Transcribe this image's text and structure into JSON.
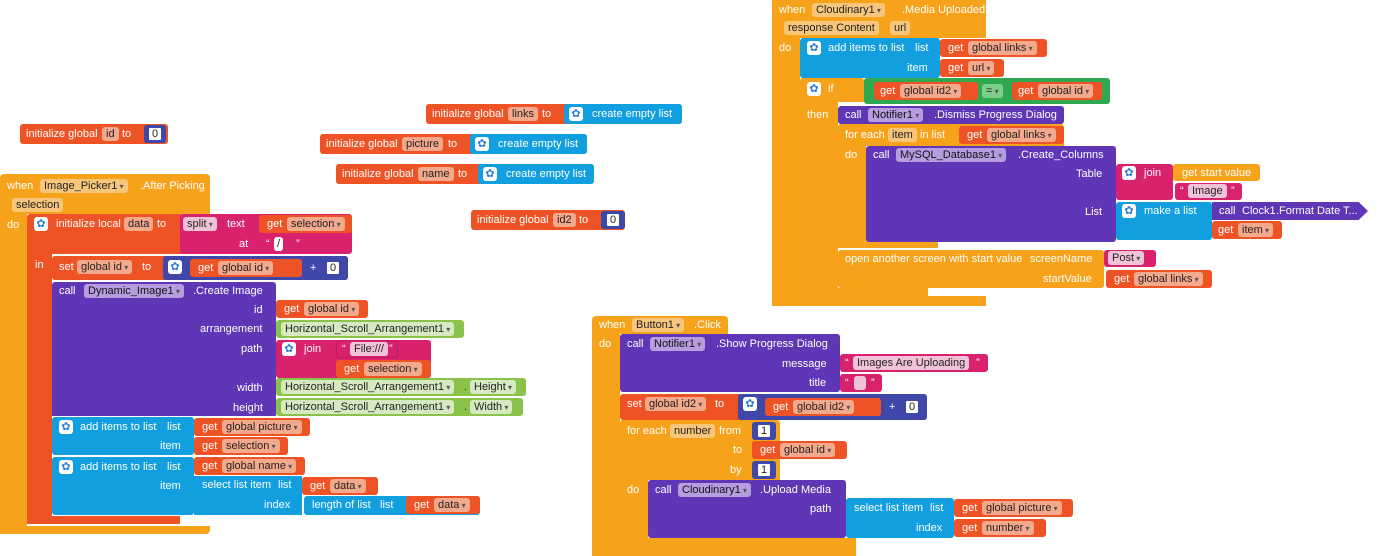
{
  "init": {
    "kw_initialize_global": "initialize global",
    "kw_to": "to",
    "id_name": "id",
    "id_value": "0",
    "links_name": "links",
    "picture_name": "picture",
    "name_name": "name",
    "id2_name": "id2",
    "id2_value": "0",
    "create_empty_list": "create empty list"
  },
  "kw": {
    "when": "when",
    "do": "do",
    "in": "in",
    "call": "call",
    "set": "set",
    "to": "to",
    "get": "get",
    "list": "list",
    "item": "item",
    "if": "if",
    "then": "then",
    "for_each": "for each",
    "in_list": "in list",
    "from": "from",
    "by": "by",
    "index": "index",
    "join": "join",
    "plus": "+",
    "eq": "=",
    "at": "at",
    "text": "text",
    "split": "split"
  },
  "picker": {
    "component": "Image_Picker1",
    "event": ".After Picking",
    "param": "selection",
    "initialize_local": "initialize local",
    "local_var": "data",
    "get_selection": "selection",
    "split_at": "/",
    "set_var": "global id",
    "get_global_id": "global id",
    "plus_value": "0",
    "dyn_component": "Dynamic_Image1",
    "create_image": ".Create Image",
    "id_label": "id",
    "id_get": "global id",
    "arrangement_label": "arrangement",
    "arrangement_value": "Horizontal_Scroll_Arrangement1",
    "path_label": "path",
    "path_text": "File:///",
    "path_get": "selection",
    "width_label": "width",
    "width_comp": "Horizontal_Scroll_Arrangement1",
    "width_prop": "Height",
    "height_label": "height",
    "height_comp": "Horizontal_Scroll_Arrangement1",
    "height_prop": "Width",
    "add_items": "add items to list",
    "list_picture": "global picture",
    "item_selection": "selection",
    "list_name": "global name",
    "select_list_item": "select list item",
    "get_data": "data",
    "length_of_list": "length of list",
    "get_data2": "data"
  },
  "cloud": {
    "component": "Cloudinary1",
    "event": ".Media Uploaded",
    "param1": "response Content",
    "param2": "url",
    "add_items": "add items to list",
    "list_links": "global links",
    "item_url": "url",
    "if_left": "global id2",
    "if_right": "global id",
    "notifier": "Notifier1",
    "dismiss": ".Dismiss Progress Dialog",
    "for_var": "item",
    "for_list": "global links",
    "db_component": "MySQL_Database1",
    "create_columns": ".Create_Columns",
    "table_label": "Table",
    "get_start_value": "get start value",
    "image_text": "Image",
    "list_label": "List",
    "make_a_list": "make a list",
    "clock": "Clock1",
    "format_date": ".Format Date T...",
    "get_item": "item",
    "open_screen": "open another screen with start value",
    "screen_name_label": "screenName",
    "screen_value": "Post",
    "start_value_label": "startValue",
    "start_get": "global links"
  },
  "button": {
    "component": "Button1",
    "event": ".Click",
    "notifier": "Notifier1",
    "show_dialog": ".Show Progress Dialog",
    "message_label": "message",
    "message_value": "Images Are Uploading",
    "title_label": "title",
    "set_var": "global id2",
    "get_var": "global id2",
    "plus_value": "0",
    "for_var": "number",
    "from_value": "1",
    "to_get": "global id",
    "by_value": "1",
    "cloud_component": "Cloudinary1",
    "upload": ".Upload Media",
    "path_label": "path",
    "select_list_item": "select list item",
    "list_get": "global picture",
    "index_get": "number"
  },
  "colors": {
    "event": "#f7a21b",
    "procedure": "#5e36b6",
    "variable": "#ee5326",
    "list": "#119fe0",
    "text": "#d9226d",
    "logic": "#2fa84f",
    "component": "#8bc34a",
    "math": "#3f47a8"
  }
}
